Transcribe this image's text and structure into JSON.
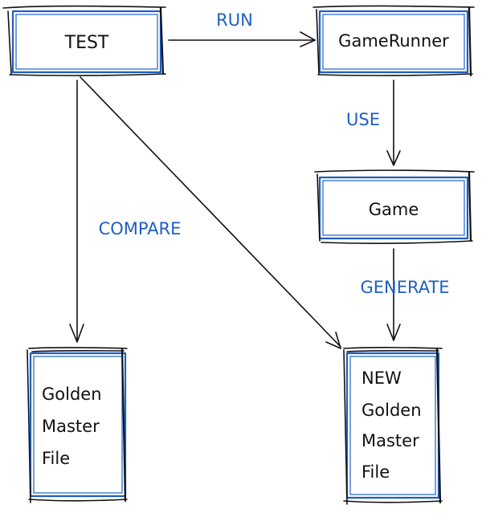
{
  "nodes": {
    "test": {
      "label": "TEST"
    },
    "game_runner": {
      "label": "GameRunner"
    },
    "game": {
      "label": "Game"
    },
    "golden_master": {
      "lines": [
        "Golden",
        "Master",
        "File"
      ]
    },
    "new_golden_master": {
      "lines": [
        "NEW",
        "Golden",
        "Master",
        "File"
      ]
    }
  },
  "edges": {
    "run": {
      "label": "RUN"
    },
    "use": {
      "label": "USE"
    },
    "compare": {
      "label": "COMPARE"
    },
    "generate": {
      "label": "GENERATE"
    }
  },
  "colors": {
    "box_blue": "#1f5fbf",
    "edge_label_blue": "#1f5fbf",
    "ink": "#111111"
  }
}
